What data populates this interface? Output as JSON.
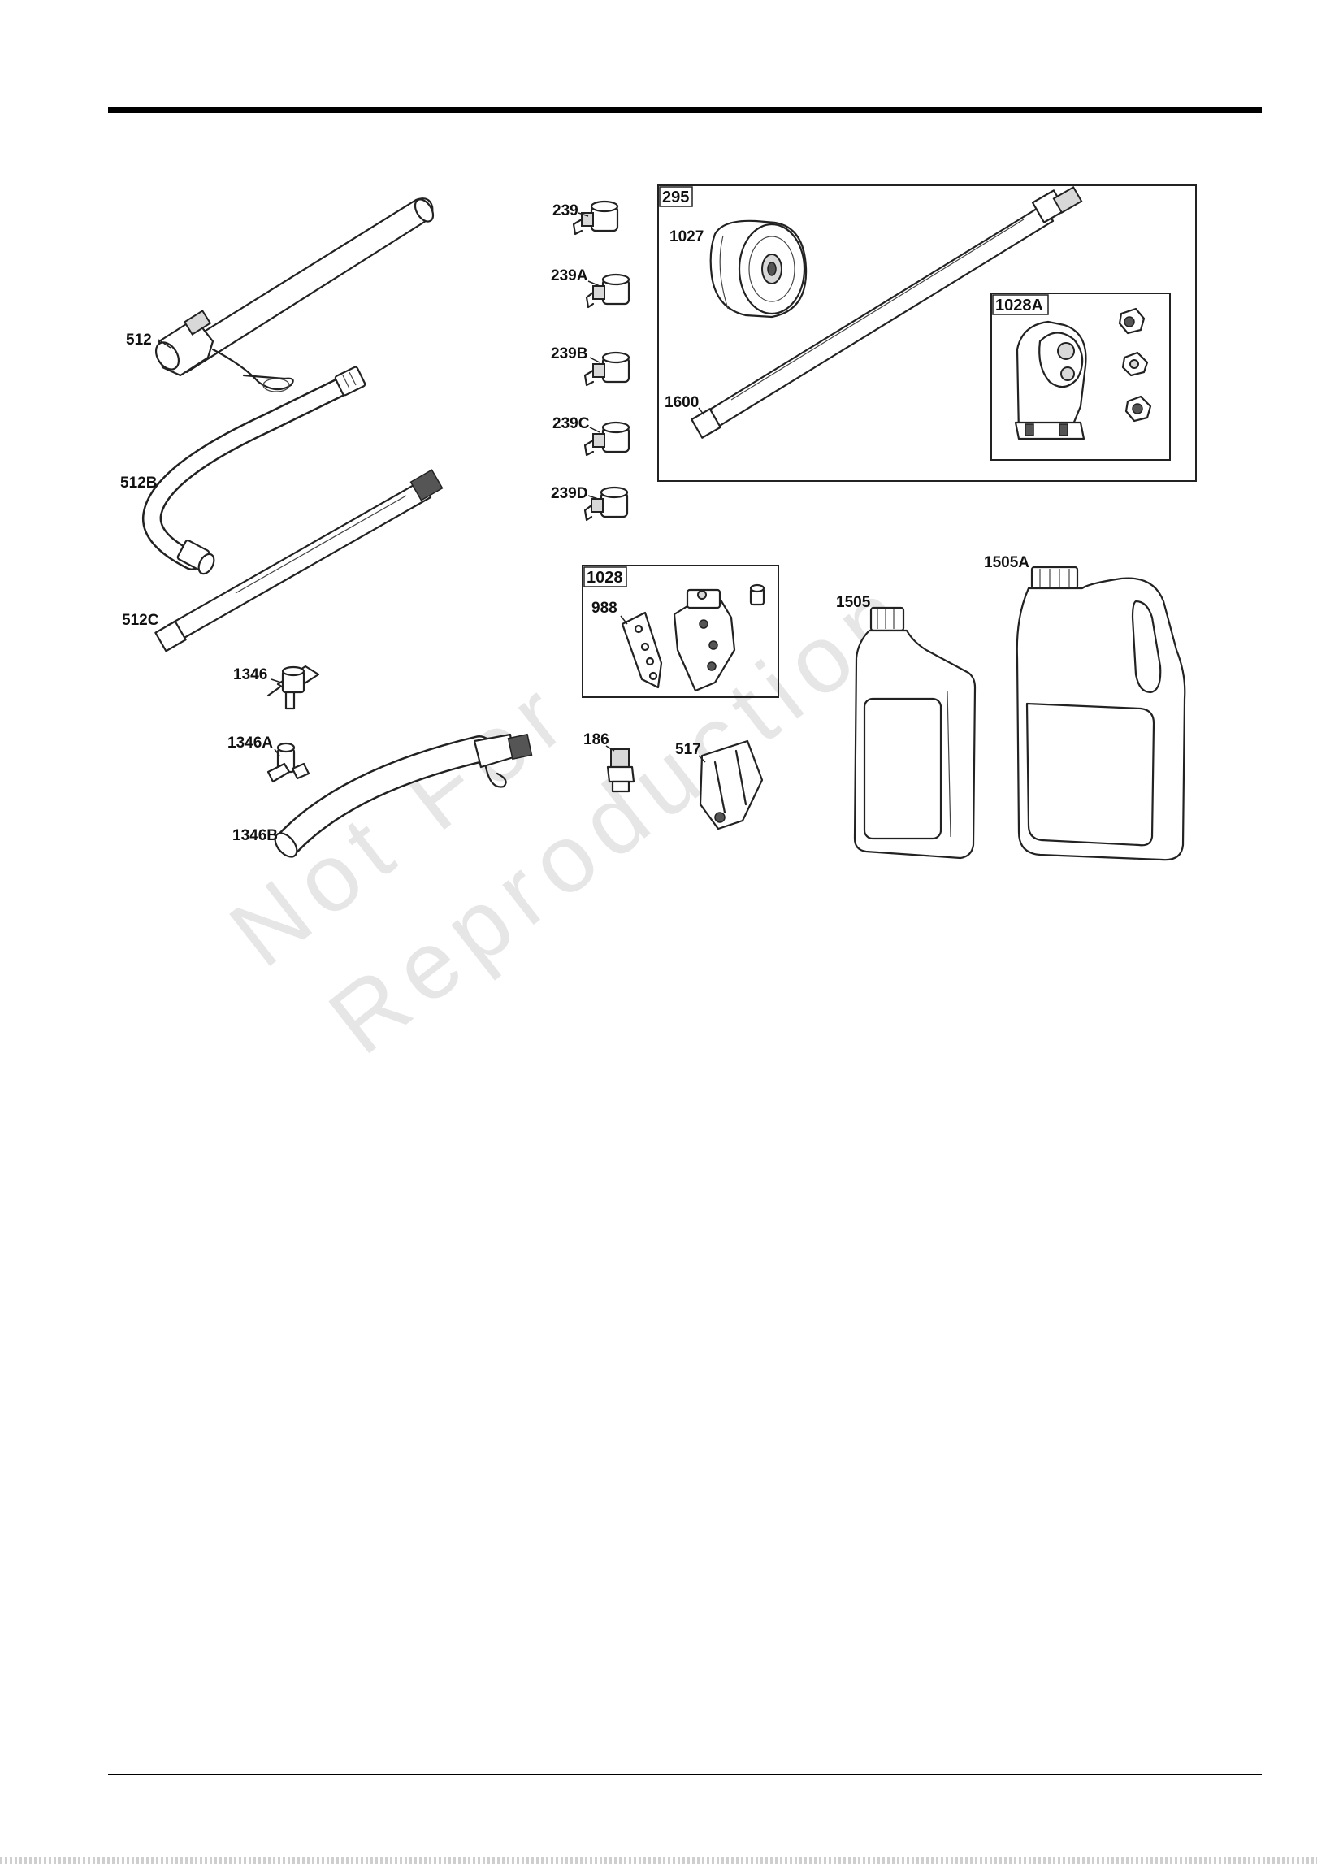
{
  "watermark": {
    "line1": "Not For",
    "line2": "Reproduction"
  },
  "group_boxes": {
    "g295": "295",
    "g1028A": "1028A",
    "g1028": "1028"
  },
  "part_labels": {
    "p512": "512",
    "p512B": "512B",
    "p512C": "512C",
    "p1346": "1346",
    "p1346A": "1346A",
    "p1346B": "1346B",
    "p239": "239",
    "p239A": "239A",
    "p239B": "239B",
    "p239C": "239C",
    "p239D": "239D",
    "p1027": "1027",
    "p1600": "1600",
    "p988": "988",
    "p186": "186",
    "p517": "517",
    "p1505": "1505",
    "p1505A": "1505A"
  }
}
